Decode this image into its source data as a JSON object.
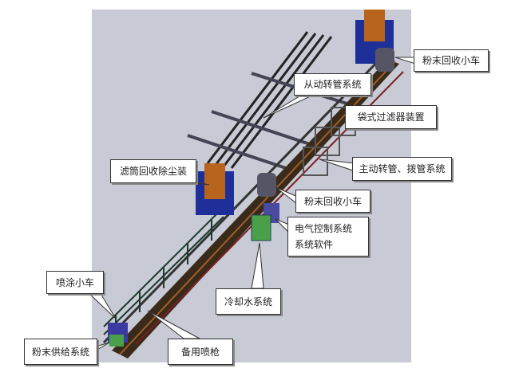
{
  "labels": {
    "powder_recovery_cart_top": "粉末回收小车",
    "driven_rotary_pipe": "从动转管系统",
    "bag_filter": "袋式过滤器装置",
    "active_rotary_pipe": "主动转管、拨管系统",
    "cartridge_dust_collector": "滤筒回收除尘装",
    "powder_recovery_cart_mid": "粉末回收小车",
    "electrical_control": "电气控制系统",
    "system_software": "系统软件",
    "cooling_water": "冷却水系统",
    "spray_cart": "喷涂小车",
    "powder_supply": "粉末供给系统",
    "spare_gun": "备用喷枪"
  },
  "colors": {
    "background": "#c8cad6",
    "collector_body": "#1f2f9a",
    "collector_top": "#b8641c",
    "cabinet": "#4aa04a"
  }
}
